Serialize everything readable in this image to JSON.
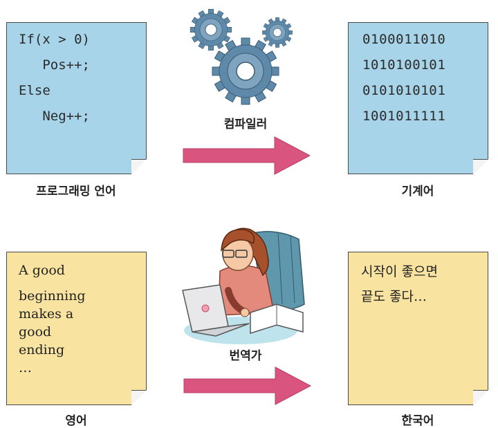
{
  "top": {
    "source_lines": [
      "If(x > 0)",
      "   Pos++;",
      "Else",
      "   Neg++;"
    ],
    "source_caption": "프로그래밍 언어",
    "process_caption": "컴파일러",
    "binary_lines": [
      "0100011010",
      "1010100101",
      "0101010101",
      "1001011111"
    ],
    "target_caption": "기계어"
  },
  "bottom": {
    "source_lines": [
      "A good",
      "beginning",
      "makes a",
      "good",
      "ending",
      "…"
    ],
    "source_caption": "영어",
    "process_caption": "번역가",
    "target_lines": [
      "시작이 좋으면",
      "끝도 좋다…"
    ],
    "target_caption": "한국어"
  },
  "colors": {
    "note_blue": "#a8d4ea",
    "note_yellow": "#f8e3a0",
    "arrow": "#d9557f",
    "gear": "#5f89a8"
  },
  "icons": [
    "gear-icon",
    "translator-illustration"
  ]
}
